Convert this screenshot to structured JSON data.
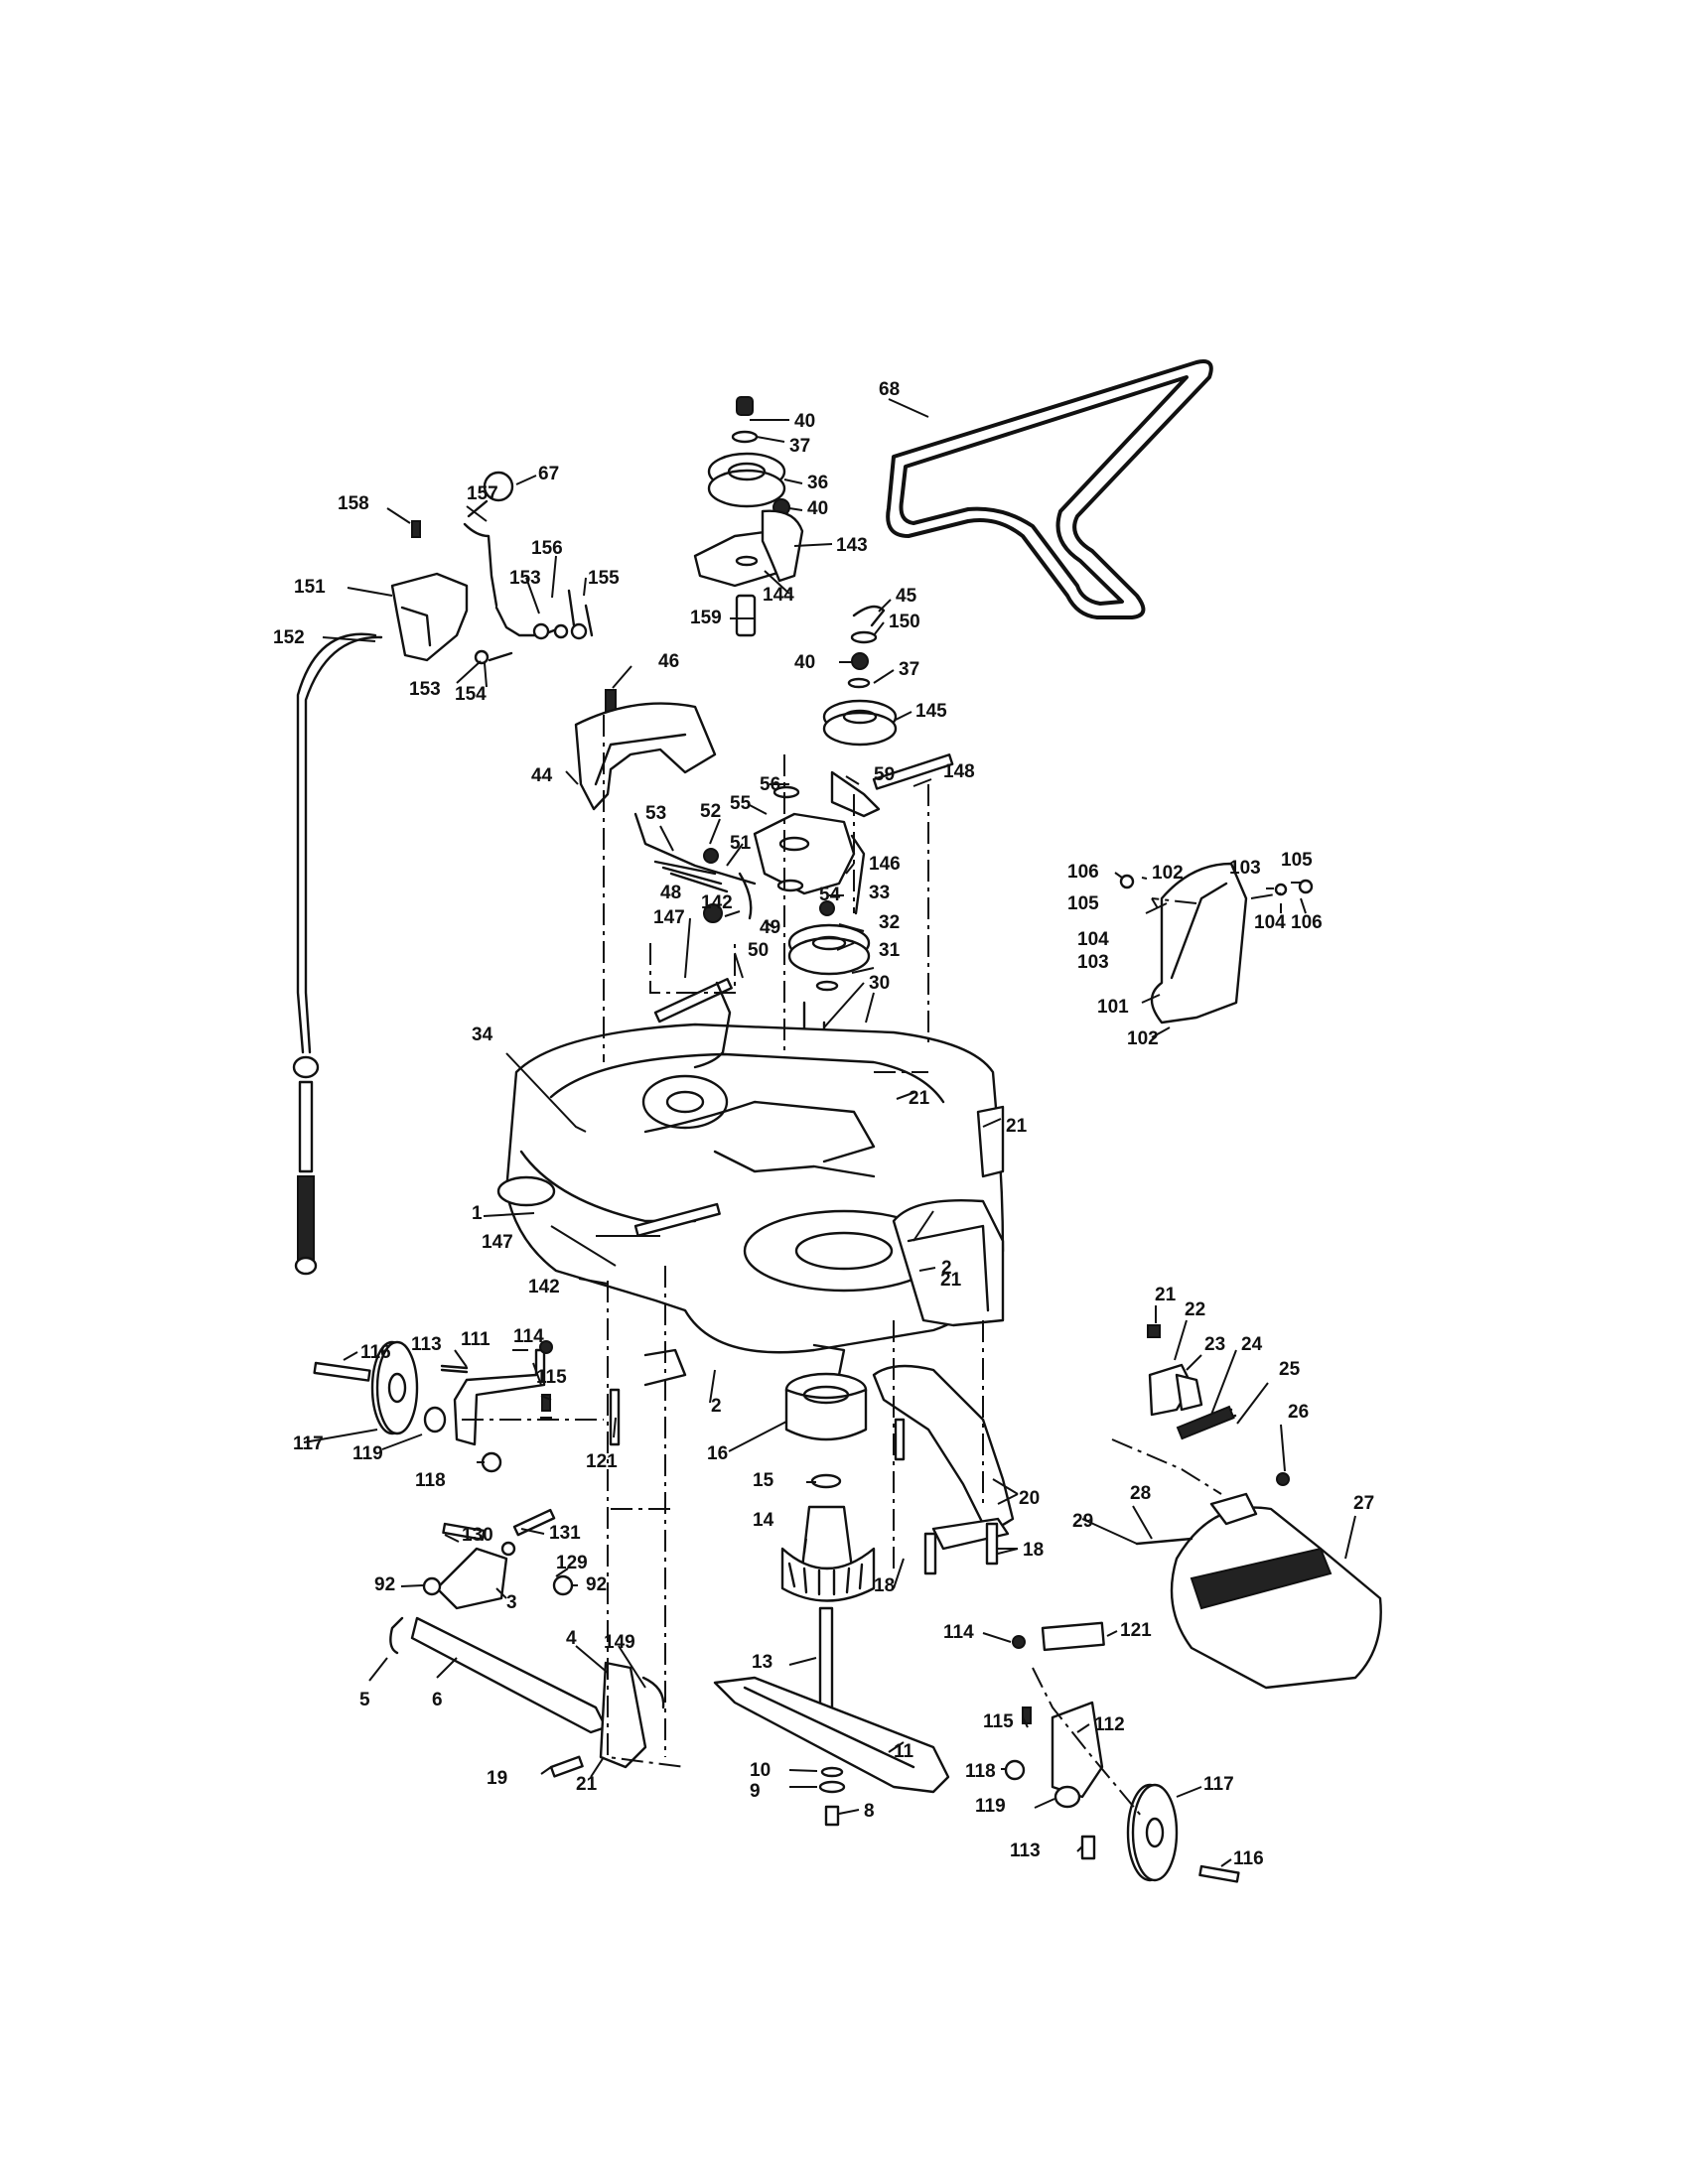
{
  "diagram": {
    "callouts": [
      {
        "n": "40",
        "key": "p40a"
      },
      {
        "n": "37",
        "key": "p37a"
      },
      {
        "n": "36",
        "key": "p36"
      },
      {
        "n": "40",
        "key": "p40b"
      },
      {
        "n": "143",
        "key": "p143"
      },
      {
        "n": "144",
        "key": "p144"
      },
      {
        "n": "159",
        "key": "p159"
      },
      {
        "n": "45",
        "key": "p45"
      },
      {
        "n": "150",
        "key": "p150"
      },
      {
        "n": "40",
        "key": "p40c"
      },
      {
        "n": "37",
        "key": "p37b"
      },
      {
        "n": "145",
        "key": "p145"
      },
      {
        "n": "68",
        "key": "p68"
      },
      {
        "n": "67",
        "key": "p67"
      },
      {
        "n": "157",
        "key": "p157"
      },
      {
        "n": "158",
        "key": "p158"
      },
      {
        "n": "156",
        "key": "p156"
      },
      {
        "n": "153",
        "key": "p153a"
      },
      {
        "n": "155",
        "key": "p155"
      },
      {
        "n": "151",
        "key": "p151"
      },
      {
        "n": "152",
        "key": "p152"
      },
      {
        "n": "153",
        "key": "p153b"
      },
      {
        "n": "154",
        "key": "p154"
      },
      {
        "n": "46",
        "key": "p46"
      },
      {
        "n": "44",
        "key": "p44"
      },
      {
        "n": "56",
        "key": "p56"
      },
      {
        "n": "59",
        "key": "p59"
      },
      {
        "n": "148",
        "key": "p148"
      },
      {
        "n": "55",
        "key": "p55"
      },
      {
        "n": "53",
        "key": "p53"
      },
      {
        "n": "52",
        "key": "p52"
      },
      {
        "n": "51",
        "key": "p51"
      },
      {
        "n": "146",
        "key": "p146"
      },
      {
        "n": "54",
        "key": "p54"
      },
      {
        "n": "48",
        "key": "p48"
      },
      {
        "n": "33",
        "key": "p33"
      },
      {
        "n": "49",
        "key": "p49"
      },
      {
        "n": "32",
        "key": "p32"
      },
      {
        "n": "50",
        "key": "p50"
      },
      {
        "n": "31",
        "key": "p31"
      },
      {
        "n": "147",
        "key": "p147a"
      },
      {
        "n": "142",
        "key": "p142a"
      },
      {
        "n": "30",
        "key": "p30"
      },
      {
        "n": "21",
        "key": "p21a"
      },
      {
        "n": "21",
        "key": "p21b"
      },
      {
        "n": "34",
        "key": "p34"
      },
      {
        "n": "1",
        "key": "p1"
      },
      {
        "n": "147",
        "key": "p147b"
      },
      {
        "n": "2",
        "key": "p2a"
      },
      {
        "n": "21",
        "key": "p21c"
      },
      {
        "n": "142",
        "key": "p142b"
      },
      {
        "n": "2",
        "key": "p2b"
      },
      {
        "n": "106",
        "key": "p106a"
      },
      {
        "n": "102",
        "key": "p102a"
      },
      {
        "n": "103",
        "key": "p103a"
      },
      {
        "n": "105",
        "key": "p105a"
      },
      {
        "n": "105",
        "key": "p105b"
      },
      {
        "n": "104",
        "key": "p104a"
      },
      {
        "n": "103",
        "key": "p103b"
      },
      {
        "n": "104",
        "key": "p104b"
      },
      {
        "n": "106",
        "key": "p106b"
      },
      {
        "n": "101",
        "key": "p101"
      },
      {
        "n": "102",
        "key": "p102b"
      },
      {
        "n": "116",
        "key": "p116a"
      },
      {
        "n": "113",
        "key": "p113a"
      },
      {
        "n": "111",
        "key": "p111"
      },
      {
        "n": "114",
        "key": "p114a"
      },
      {
        "n": "115",
        "key": "p115a"
      },
      {
        "n": "117",
        "key": "p117a"
      },
      {
        "n": "119",
        "key": "p119a"
      },
      {
        "n": "121",
        "key": "p121a"
      },
      {
        "n": "118",
        "key": "p118a"
      },
      {
        "n": "16",
        "key": "p16"
      },
      {
        "n": "15",
        "key": "p15"
      },
      {
        "n": "14",
        "key": "p14"
      },
      {
        "n": "20",
        "key": "p20"
      },
      {
        "n": "18",
        "key": "p18a"
      },
      {
        "n": "18",
        "key": "p18b"
      },
      {
        "n": "21",
        "key": "p21d"
      },
      {
        "n": "22",
        "key": "p22"
      },
      {
        "n": "23",
        "key": "p23"
      },
      {
        "n": "24",
        "key": "p24"
      },
      {
        "n": "25",
        "key": "p25"
      },
      {
        "n": "26",
        "key": "p26"
      },
      {
        "n": "28",
        "key": "p28"
      },
      {
        "n": "27",
        "key": "p27"
      },
      {
        "n": "29",
        "key": "p29"
      },
      {
        "n": "130",
        "key": "p130"
      },
      {
        "n": "131",
        "key": "p131"
      },
      {
        "n": "129",
        "key": "p129"
      },
      {
        "n": "92",
        "key": "p92a"
      },
      {
        "n": "92",
        "key": "p92b"
      },
      {
        "n": "3",
        "key": "p3"
      },
      {
        "n": "4",
        "key": "p4"
      },
      {
        "n": "149",
        "key": "p149"
      },
      {
        "n": "5",
        "key": "p5"
      },
      {
        "n": "6",
        "key": "p6"
      },
      {
        "n": "19",
        "key": "p19"
      },
      {
        "n": "21",
        "key": "p21e"
      },
      {
        "n": "13",
        "key": "p13"
      },
      {
        "n": "11",
        "key": "p11"
      },
      {
        "n": "10",
        "key": "p10"
      },
      {
        "n": "9",
        "key": "p9"
      },
      {
        "n": "8",
        "key": "p8"
      },
      {
        "n": "114",
        "key": "p114b"
      },
      {
        "n": "121",
        "key": "p121b"
      },
      {
        "n": "115",
        "key": "p115b"
      },
      {
        "n": "112",
        "key": "p112"
      },
      {
        "n": "118",
        "key": "p118b"
      },
      {
        "n": "119",
        "key": "p119b"
      },
      {
        "n": "117",
        "key": "p117b"
      },
      {
        "n": "113",
        "key": "p113b"
      },
      {
        "n": "116",
        "key": "p116b"
      }
    ]
  }
}
